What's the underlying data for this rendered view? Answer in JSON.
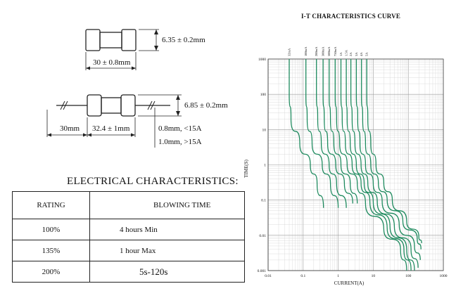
{
  "dimensions": {
    "top_diameter": "6.35 ± 0.2mm",
    "top_length": "30 ± 0.8mm",
    "leaded_diameter": "6.85 ± 0.2mm",
    "lead_length": "30mm",
    "body_length": "32.4 ± 1mm",
    "lead_note_1": "0.8mm, <15A",
    "lead_note_2": "1.0mm, >15A"
  },
  "electrical": {
    "title": "ELECTRICAL CHARACTERISTICS:",
    "headers": [
      "RATING",
      "BLOWING TIME"
    ],
    "rows": [
      {
        "rating": "100%",
        "time": "4 hours Min"
      },
      {
        "rating": "135%",
        "time": "1 hour Max"
      },
      {
        "rating": "200%",
        "time": "5s-120s"
      }
    ]
  },
  "colors": {
    "curve": "#1e8a5e",
    "grid": "#cfcfcf",
    "grid_major": "#9a9a9a"
  },
  "chart_data": {
    "type": "line",
    "title": "I-T CHARACTERISTICS CURVE",
    "xlabel": "CURRENT(A)",
    "ylabel": "TIME(S)",
    "xscale": "log",
    "yscale": "log",
    "xlim": [
      0.01,
      1000
    ],
    "ylim": [
      0.001,
      1000
    ],
    "x_ticks": [
      "0.01",
      "0.1",
      "1",
      "10",
      "100",
      "1000"
    ],
    "y_ticks": [
      "1000",
      "100",
      "10",
      "1",
      "0.1",
      "0.01",
      "0.001"
    ],
    "grid": true,
    "series": [
      {
        "name": "32mA",
        "points": [
          [
            0.04,
            1000
          ],
          [
            0.04,
            100
          ],
          [
            0.045,
            20
          ],
          [
            0.08,
            4
          ],
          [
            0.16,
            1
          ],
          [
            0.25,
            0.3
          ],
          [
            0.38,
            0.06
          ]
        ]
      },
      {
        "name": "100mA",
        "points": [
          [
            0.12,
            1000
          ],
          [
            0.12,
            100
          ],
          [
            0.13,
            20
          ],
          [
            0.18,
            4
          ],
          [
            0.35,
            1
          ],
          [
            0.6,
            0.3
          ],
          [
            1.0,
            0.06
          ]
        ]
      },
      {
        "name": "200mA",
        "points": [
          [
            0.24,
            1000
          ],
          [
            0.24,
            100
          ],
          [
            0.26,
            20
          ],
          [
            0.33,
            4
          ],
          [
            0.55,
            1
          ],
          [
            0.9,
            0.3
          ],
          [
            1.7,
            0.06
          ]
        ]
      },
      {
        "name": "300mA",
        "points": [
          [
            0.37,
            1000
          ],
          [
            0.37,
            100
          ],
          [
            0.4,
            20
          ],
          [
            0.5,
            4
          ],
          [
            0.85,
            1
          ],
          [
            1.5,
            0.3
          ],
          [
            2.6,
            0.08
          ]
        ]
      },
      {
        "name": "500mA",
        "points": [
          [
            0.55,
            1000
          ],
          [
            0.55,
            100
          ],
          [
            0.6,
            20
          ],
          [
            0.75,
            4
          ],
          [
            1.2,
            1
          ],
          [
            2.2,
            0.3
          ],
          [
            3.5,
            0.08
          ]
        ]
      },
      {
        "name": "750mA",
        "points": [
          [
            0.82,
            1000
          ],
          [
            0.82,
            100
          ],
          [
            0.9,
            20
          ],
          [
            1.1,
            4
          ],
          [
            1.8,
            1
          ],
          [
            3.5,
            0.3
          ],
          [
            6,
            0.08
          ],
          [
            20,
            0.015
          ],
          [
            60,
            0.004
          ],
          [
            90,
            0.001
          ]
        ]
      },
      {
        "name": "1A",
        "points": [
          [
            1.2,
            1000
          ],
          [
            1.2,
            100
          ],
          [
            1.3,
            20
          ],
          [
            1.6,
            4
          ],
          [
            2.5,
            1
          ],
          [
            4.5,
            0.3
          ],
          [
            8,
            0.09
          ],
          [
            25,
            0.016
          ],
          [
            75,
            0.004
          ],
          [
            120,
            0.001
          ]
        ]
      },
      {
        "name": "1.5A",
        "points": [
          [
            1.7,
            1000
          ],
          [
            1.7,
            100
          ],
          [
            1.8,
            20
          ],
          [
            2.2,
            4
          ],
          [
            3.3,
            1
          ],
          [
            5.5,
            0.3
          ],
          [
            10,
            0.09
          ],
          [
            30,
            0.018
          ],
          [
            90,
            0.004
          ],
          [
            150,
            0.001
          ]
        ]
      },
      {
        "name": "2A",
        "points": [
          [
            2.3,
            1000
          ],
          [
            2.3,
            100
          ],
          [
            2.5,
            20
          ],
          [
            3.0,
            4
          ],
          [
            4.5,
            1
          ],
          [
            7,
            0.3
          ],
          [
            13,
            0.09
          ],
          [
            40,
            0.018
          ],
          [
            120,
            0.004
          ],
          [
            190,
            0.0012
          ]
        ]
      },
      {
        "name": "3A",
        "points": [
          [
            3.3,
            1000
          ],
          [
            3.3,
            100
          ],
          [
            3.6,
            20
          ],
          [
            4.2,
            4
          ],
          [
            6,
            1
          ],
          [
            10,
            0.3
          ],
          [
            18,
            0.09
          ],
          [
            55,
            0.02
          ],
          [
            150,
            0.005
          ],
          [
            220,
            0.002
          ]
        ]
      },
      {
        "name": "4A",
        "points": [
          [
            4.6,
            1000
          ],
          [
            4.6,
            100
          ],
          [
            5,
            20
          ],
          [
            6,
            4
          ],
          [
            8.5,
            1
          ],
          [
            14,
            0.3
          ],
          [
            25,
            0.1
          ],
          [
            70,
            0.025
          ],
          [
            180,
            0.008
          ],
          [
            230,
            0.004
          ]
        ]
      },
      {
        "name": "5A",
        "points": [
          [
            6.5,
            1000
          ],
          [
            6.5,
            100
          ],
          [
            7,
            20
          ],
          [
            8.5,
            4
          ],
          [
            12,
            1
          ],
          [
            20,
            0.3
          ],
          [
            35,
            0.1
          ],
          [
            90,
            0.025
          ],
          [
            200,
            0.009
          ],
          [
            240,
            0.006
          ]
        ]
      }
    ]
  }
}
